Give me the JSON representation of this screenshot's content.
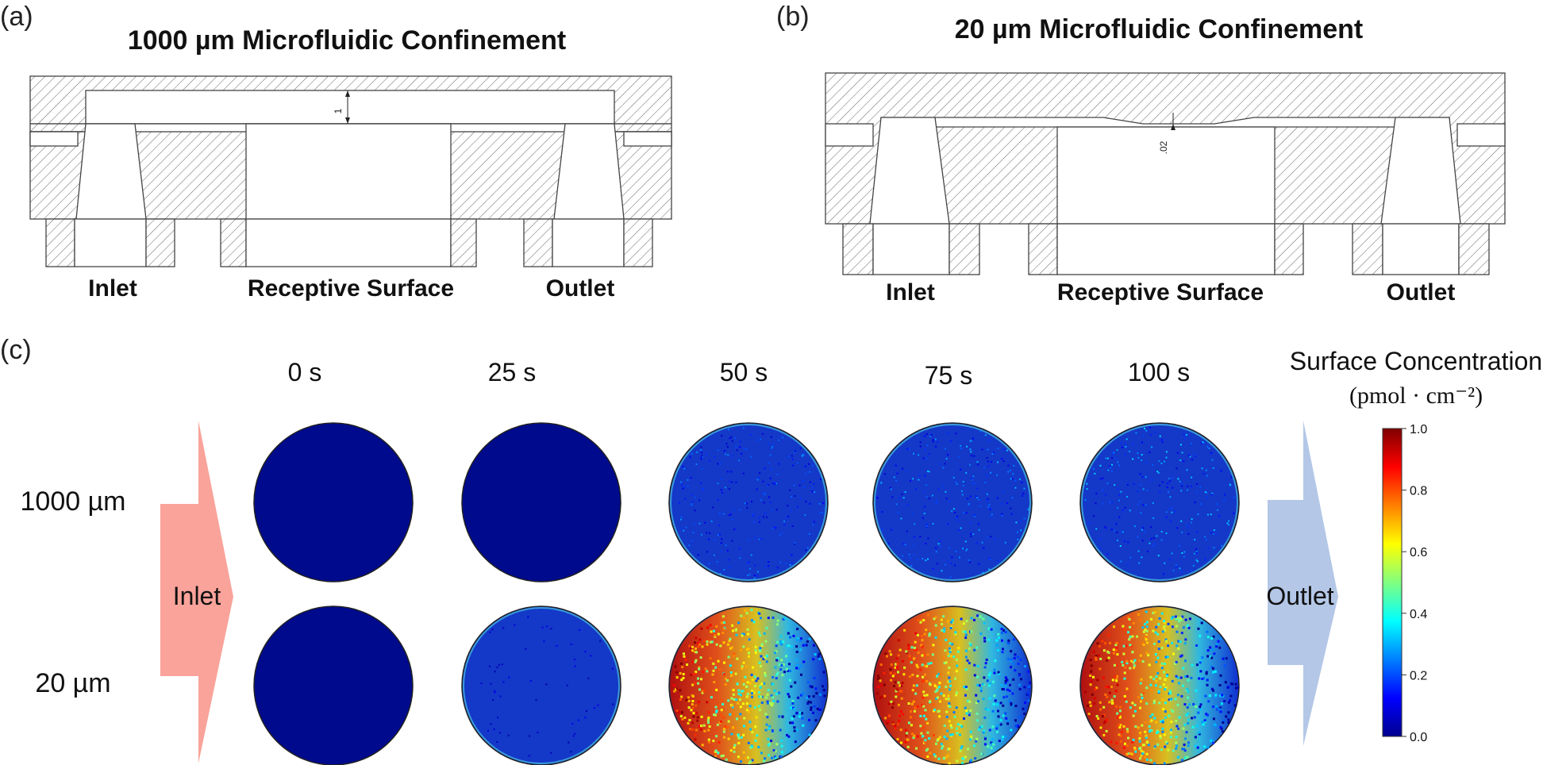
{
  "panel_a": {
    "label": "(a)",
    "title": "1000 µm Microfluidic Confinement",
    "dimension": "1",
    "ports": [
      "Inlet",
      "Receptive Surface",
      "Outlet"
    ]
  },
  "panel_b": {
    "label": "(b)",
    "title": "20 µm Microfluidic Confinement",
    "dimension": ".02",
    "ports": [
      "Inlet",
      "Receptive Surface",
      "Outlet"
    ]
  },
  "panel_c": {
    "label": "(c)",
    "times": [
      "0 s",
      "25 s",
      "50 s",
      "75 s",
      "100 s"
    ],
    "rows": [
      "1000 µm",
      "20 µm"
    ],
    "inlet_label": "Inlet",
    "outlet_label": "Outlet",
    "maps": [
      [
        0.0,
        0.0,
        0.12,
        0.14,
        0.15
      ],
      [
        0.0,
        0.05,
        0.65,
        0.68,
        0.7
      ]
    ],
    "colorbar": {
      "title": "Surface Concentration",
      "unit": "(pmol · cm⁻²)",
      "ticks": [
        "1.0",
        "0.8",
        "0.6",
        "0.4",
        "0.2",
        "0.0"
      ],
      "colormap": "jet"
    },
    "colors": {
      "inlet_arrow": "#f9a39a",
      "outlet_arrow": "#b4c7e7",
      "low": "#00008f",
      "high": "#800000"
    }
  }
}
